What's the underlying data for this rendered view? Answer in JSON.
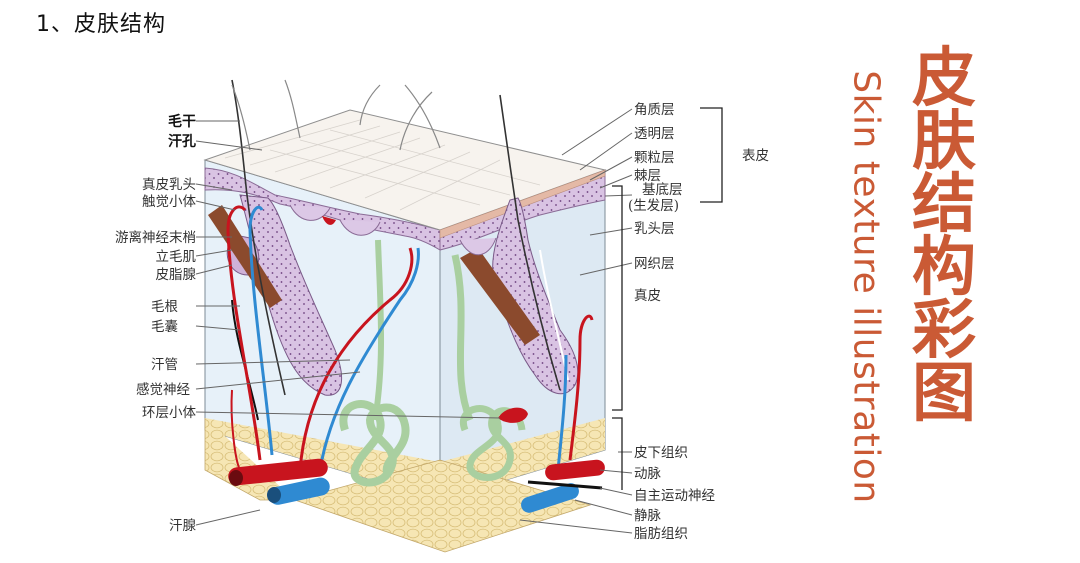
{
  "heading": "1、皮肤结构",
  "title_cn": [
    "皮",
    "肤",
    "结",
    "构",
    "彩",
    "图"
  ],
  "title_en": "Skin texture illustration",
  "labels_left": [
    {
      "id": "hair-shaft",
      "text": "毛干",
      "bold": true
    },
    {
      "id": "sweat-pore",
      "text": "汗孔",
      "bold": true
    },
    {
      "id": "dermal-papilla",
      "text": "真皮乳头"
    },
    {
      "id": "tactile-corpuscle",
      "text": "触觉小体"
    },
    {
      "id": "free-nerve-ending",
      "text": "游离神经末梢"
    },
    {
      "id": "arrector-pili",
      "text": "立毛肌"
    },
    {
      "id": "sebaceous-gland",
      "text": "皮脂腺"
    },
    {
      "id": "hair-root",
      "text": "毛根"
    },
    {
      "id": "hair-follicle",
      "text": "毛囊"
    },
    {
      "id": "sweat-duct",
      "text": "汗管"
    },
    {
      "id": "sensory-nerve",
      "text": "感觉神经"
    },
    {
      "id": "lamellar-corpuscle",
      "text": "环层小体"
    },
    {
      "id": "sweat-gland",
      "text": "汗腺"
    }
  ],
  "labels_right": [
    {
      "id": "stratum-corneum",
      "text": "角质层"
    },
    {
      "id": "stratum-lucidum",
      "text": "透明层"
    },
    {
      "id": "stratum-granulosum",
      "text": "颗粒层"
    },
    {
      "id": "stratum-spinosum",
      "text": "棘层"
    },
    {
      "id": "stratum-basale",
      "text": "基底层"
    },
    {
      "id": "germinative-layer",
      "text": "(生发层)"
    },
    {
      "id": "papillary-layer",
      "text": "乳头层"
    },
    {
      "id": "reticular-layer",
      "text": "网织层"
    },
    {
      "id": "subcutaneous-tissue",
      "text": "皮下组织"
    },
    {
      "id": "artery",
      "text": "动脉"
    },
    {
      "id": "autonomic-nerve",
      "text": "自主运动神经"
    },
    {
      "id": "vein",
      "text": "静脉"
    },
    {
      "id": "adipose-tissue",
      "text": "脂肪组织"
    }
  ],
  "groups": [
    {
      "id": "epidermis",
      "text": "表皮"
    },
    {
      "id": "dermis",
      "text": "真皮"
    }
  ],
  "colors": {
    "title": "#ca5a35",
    "epidermis": "#dcc8e6",
    "dermis": "#e6f0f8",
    "fat": "#f6e6b4",
    "artery": "#c8141e",
    "vein": "#2f8ad2",
    "sweat_gland": "#c8e1c0"
  }
}
